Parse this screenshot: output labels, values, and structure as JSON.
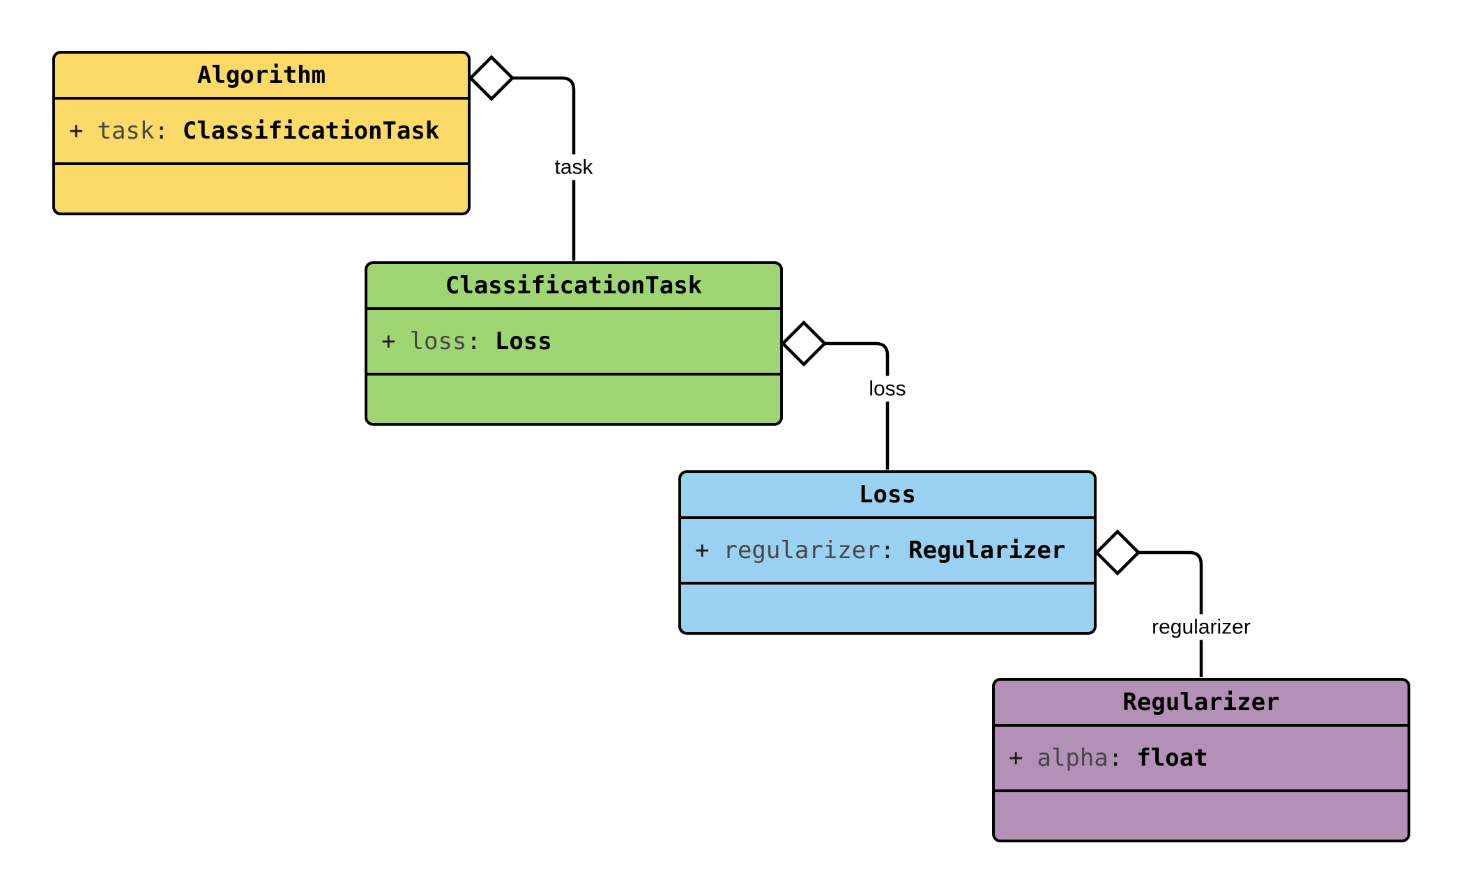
{
  "diagram": {
    "kind": "uml-class-diagram",
    "background": "#ffffff",
    "stroke_color": "#000000",
    "diamond_fill": "#ffffff"
  },
  "classes": [
    {
      "name": "Algorithm",
      "fill": "#FCDA67",
      "attributes": [
        {
          "visibility": "+",
          "name": "task",
          "colon": ":",
          "type": "ClassificationTask"
        }
      ]
    },
    {
      "name": "ClassificationTask",
      "fill": "#A0D573",
      "attributes": [
        {
          "visibility": "+",
          "name": "loss",
          "colon": ":",
          "type": "Loss"
        }
      ]
    },
    {
      "name": "Loss",
      "fill": "#9AD1F0",
      "attributes": [
        {
          "visibility": "+",
          "name": "regularizer",
          "colon": ":",
          "type": "Regularizer"
        }
      ]
    },
    {
      "name": "Regularizer",
      "fill": "#B390B5",
      "attributes": [
        {
          "visibility": "+",
          "name": "alpha",
          "colon": ":",
          "type": "float"
        }
      ]
    }
  ],
  "edges": [
    {
      "label": "task",
      "from": "Algorithm",
      "to": "ClassificationTask",
      "kind": "aggregation"
    },
    {
      "label": "loss",
      "from": "ClassificationTask",
      "to": "Loss",
      "kind": "aggregation"
    },
    {
      "label": "regularizer",
      "from": "Loss",
      "to": "Regularizer",
      "kind": "aggregation"
    }
  ]
}
